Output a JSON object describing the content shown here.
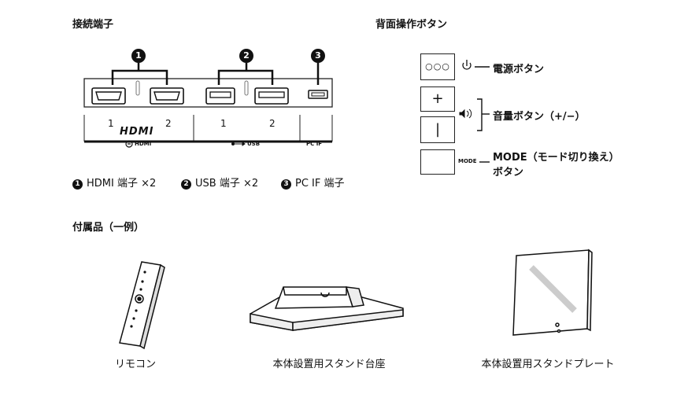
{
  "sections": {
    "connectors_title": "接続端子",
    "buttons_title": "背面操作ボタン",
    "accessories_title": "付属品（一例）"
  },
  "ports": {
    "markers": [
      "1",
      "2",
      "3"
    ],
    "hdmi_nums": [
      "1",
      "2"
    ],
    "usb_nums": [
      "1",
      "2"
    ],
    "hdmi_logo": "HDMI",
    "hdmi_tag": "HDMI",
    "usb_tag": "USB",
    "pcif_tag": "PC IF"
  },
  "legend": [
    {
      "num": "1",
      "text": "HDMI 端子 ×2"
    },
    {
      "num": "2",
      "text": "USB 端子 ×2"
    },
    {
      "num": "3",
      "text": "PC IF 端子"
    }
  ],
  "buttons": {
    "power_glyph": "○○○",
    "power_label": "電源ボタン",
    "plus": "+",
    "minus": "|",
    "volume_label": "音量ボタン（+/−）",
    "mode_small": "MODE",
    "mode_label_1": "MODE（モード切り換え）",
    "mode_label_2": "ボタン"
  },
  "accessories": {
    "remote": "リモコン",
    "stand": "本体設置用スタンド台座",
    "plate": "本体設置用スタンドプレート"
  }
}
